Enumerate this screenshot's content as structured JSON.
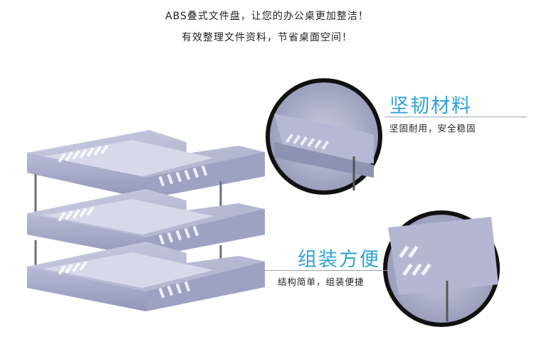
{
  "intro": {
    "line1": "ABS叠式文件盘，让您的办公桌更加整洁！",
    "line2": "有效整理文件资料，节省桌面空间！"
  },
  "features": [
    {
      "title": "坚韧材料",
      "desc": "坚固耐用，安全稳固"
    },
    {
      "title": "组装方便",
      "desc": "结构简单，组装便捷"
    }
  ],
  "colors": {
    "accent": "#2ea3d6",
    "tray": "#a4a8c6",
    "tray_dark": "#7f84a6"
  }
}
